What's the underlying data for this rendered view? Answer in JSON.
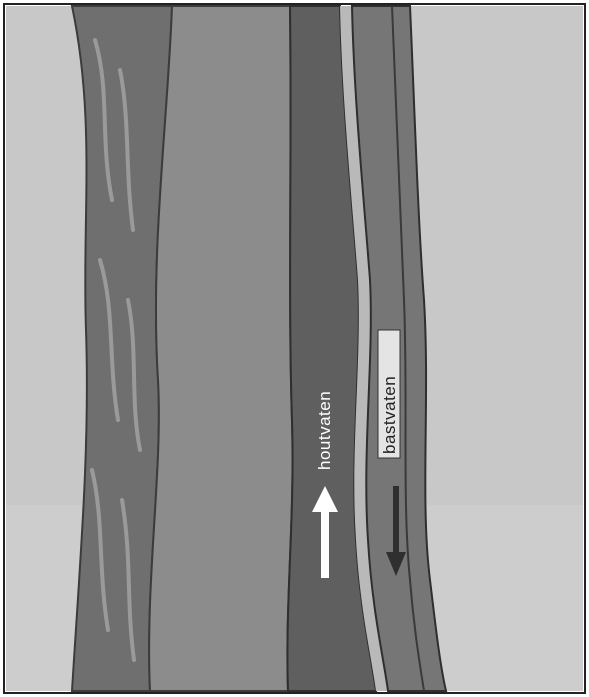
{
  "diagram": {
    "labels": {
      "xylem": "houtvaten",
      "phloem": "bastvaten"
    },
    "flow": {
      "xylem_direction": "up",
      "phloem_direction": "down"
    },
    "colors": {
      "background": "#c8c8c8",
      "bark": "#6f6f6f",
      "pith": "#8c8c8c",
      "wood_band": "#5f5f5f",
      "cambium_strip": "#b9b9b9",
      "phloem_band": "#767676",
      "xylem_arrow": "#ffffff",
      "phloem_arrow": "#2f2f2f"
    }
  }
}
